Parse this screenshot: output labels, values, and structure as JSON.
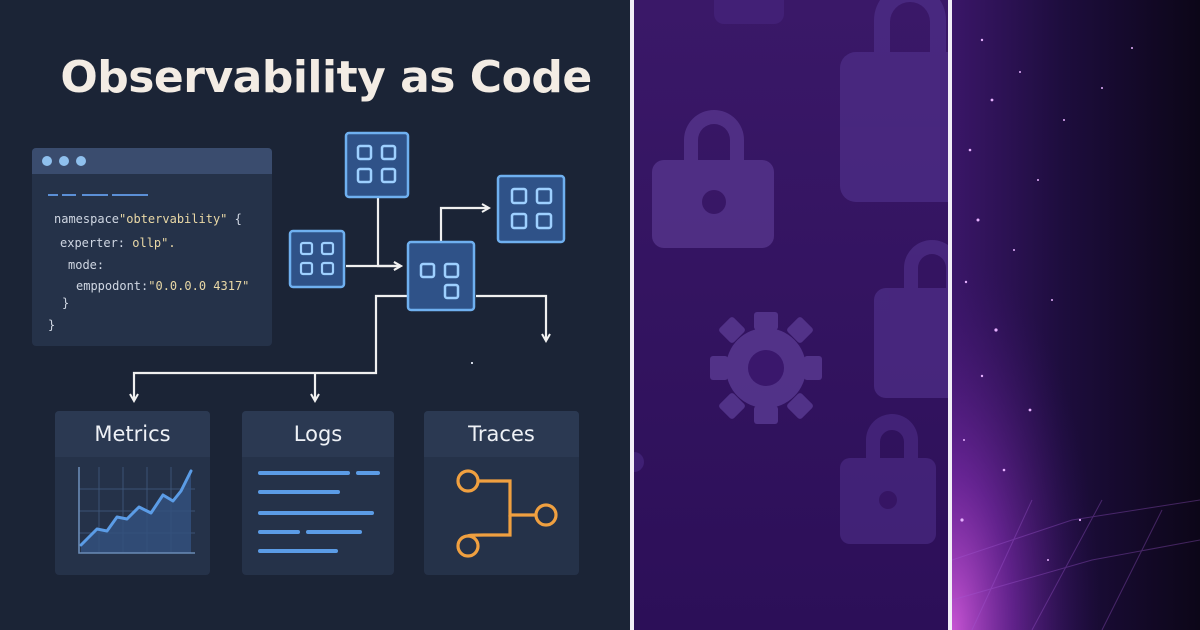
{
  "title": "Observability as Code",
  "code": {
    "line1": "namespace",
    "line1_str": "\"obtervability\"",
    "line1_end": " {",
    "line2": "experter: ",
    "line2_str": "ollp\".",
    "line3": "mode:",
    "line4": "emppodont:",
    "line4_str": "\"0.0.0.0 4317\"",
    "line5": "}",
    "line6": "}"
  },
  "outputs": {
    "metrics": "Metrics",
    "logs": "Logs",
    "traces": "Traces"
  },
  "colors": {
    "background": "#1b2436",
    "accent_blue": "#5b9ce6",
    "traces_orange": "#f0a040",
    "middle_purple": "#3c1970"
  },
  "icons": [
    "module-icon",
    "lock-icon",
    "gear-icon",
    "line-chart-icon",
    "trace-flow-icon"
  ]
}
